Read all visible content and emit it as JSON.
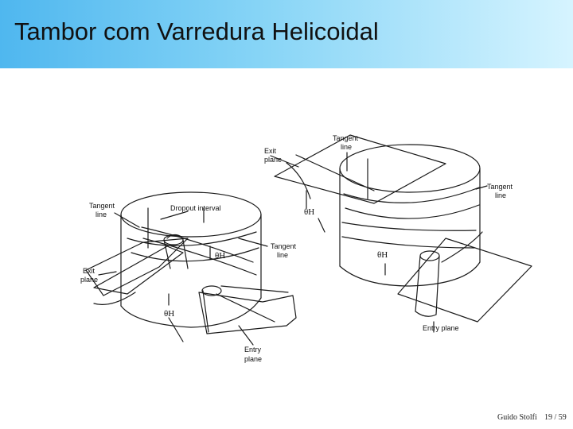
{
  "slide": {
    "title": "Tambor com Varredura Helicoidal",
    "title_bar_colors": [
      "#4fb7ef",
      "#86d4f6",
      "#d6f4ff"
    ]
  },
  "figure": {
    "left_drum": {
      "tangent_line": [
        "Tangent",
        "line"
      ],
      "dropout_interval": "Dropout interval",
      "exit_plane": [
        "Exit",
        "plane"
      ],
      "theta_h_1": "θH",
      "theta_h_2": "θH",
      "tangent_line_right": [
        "Tangent",
        "line"
      ],
      "entry_plane": [
        "Entry",
        "plane"
      ]
    },
    "right_drum": {
      "tangent_line_top": [
        "Tangent",
        "line"
      ],
      "exit_plane": [
        "Exit",
        "plane"
      ],
      "theta_h_1": "θH",
      "tangent_line_right": [
        "Tangent",
        "line"
      ],
      "theta_h_2": "θH",
      "entry_plane": "Entry plane"
    }
  },
  "footer": {
    "author": "Guido Stolfi",
    "page": "19 / 59"
  }
}
